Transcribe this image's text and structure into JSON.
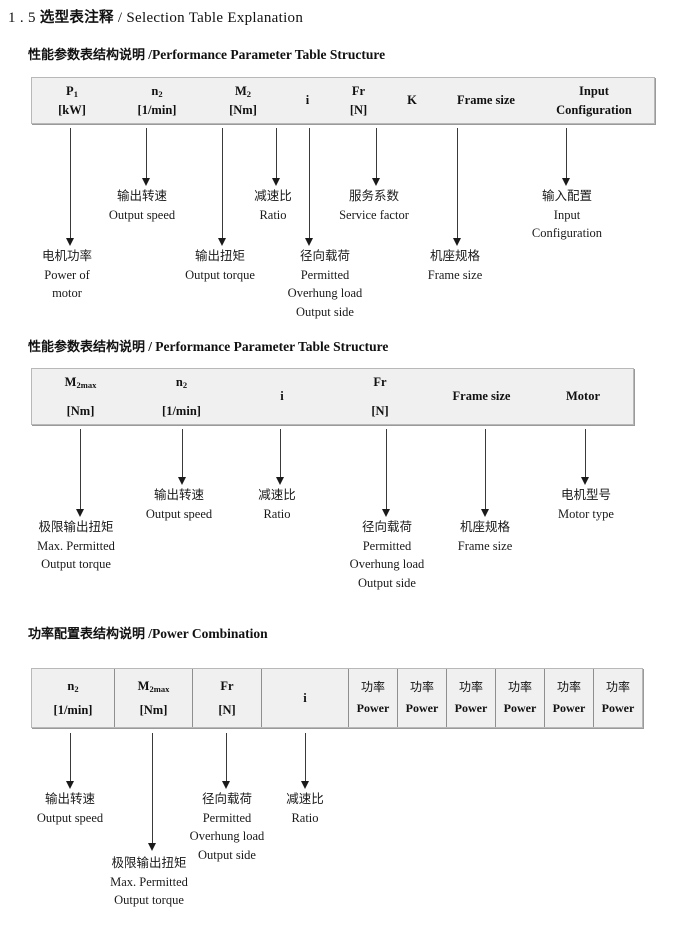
{
  "document": {
    "section_number": "1 . 5",
    "title_cn": "选型表注释",
    "separator": "/",
    "title_en": "Selection Table Explanation"
  },
  "sections": [
    {
      "id": "performance-parameter-table-structure-1",
      "heading_cn": "性能参数表结构说明",
      "heading_sep": "/",
      "heading_en": "Performance Parameter Table Structure",
      "table": {
        "columns": [
          {
            "sym": "P",
            "sub": "1",
            "unit": "[kW]"
          },
          {
            "sym": "n",
            "sub": "2",
            "unit": "[1/min]"
          },
          {
            "sym": "M",
            "sub": "2",
            "unit": "[Nm]"
          },
          {
            "single": "i"
          },
          {
            "sym": "Fr",
            "sub": "",
            "unit": "[N]"
          },
          {
            "single": "K"
          },
          {
            "single": "Frame size"
          },
          {
            "l1": "Input",
            "l2": "Configuration"
          }
        ]
      },
      "annotations": [
        {
          "cn": "电机功率",
          "en": [
            "Power of",
            "motor"
          ]
        },
        {
          "cn": "输出转速",
          "en": [
            "Output speed"
          ]
        },
        {
          "cn": "输出扭矩",
          "en": [
            "Output torque"
          ]
        },
        {
          "cn": "减速比",
          "en": [
            "Ratio"
          ]
        },
        {
          "cn": "径向载荷",
          "en": [
            "Permitted",
            "Overhung load",
            "Output side"
          ]
        },
        {
          "cn": "服务系数",
          "en": [
            "Service factor"
          ]
        },
        {
          "cn": "机座规格",
          "en": [
            "Frame size"
          ]
        },
        {
          "cn": "输入配置",
          "en": [
            "Input",
            "Configuration"
          ]
        }
      ]
    },
    {
      "id": "performance-parameter-table-structure-2",
      "heading_cn": "性能参数表结构说明",
      "heading_sep": "/",
      "heading_en": "Performance Parameter Table Structure",
      "table": {
        "columns": [
          {
            "sym": "M",
            "sub": "2max",
            "unit": "[Nm]"
          },
          {
            "sym": "n",
            "sub": "2",
            "unit": "[1/min]"
          },
          {
            "single": "i"
          },
          {
            "sym": "Fr",
            "sub": "",
            "unit": "[N]"
          },
          {
            "single": "Frame size"
          },
          {
            "single": "Motor"
          }
        ]
      },
      "annotations": [
        {
          "cn": "极限输出扭矩",
          "en": [
            "Max. Permitted",
            "Output  torque"
          ]
        },
        {
          "cn": "输出转速",
          "en": [
            "Output speed"
          ]
        },
        {
          "cn": "减速比",
          "en": [
            "Ratio"
          ]
        },
        {
          "cn": "径向载荷",
          "en": [
            "Permitted",
            "Overhung load",
            "Output side"
          ]
        },
        {
          "cn": "机座规格",
          "en": [
            "Frame size"
          ]
        },
        {
          "cn": "电机型号",
          "en": [
            "Motor type"
          ]
        }
      ]
    },
    {
      "id": "power-combination",
      "heading_cn": "功率配置表结构说明",
      "heading_sep": "/",
      "heading_en": "Power Combination",
      "table": {
        "columns": [
          {
            "sym": "n",
            "sub": "2",
            "unit": "[1/min]"
          },
          {
            "sym": "M",
            "sub": "2max",
            "unit": "[Nm]"
          },
          {
            "sym": "Fr",
            "sub": "",
            "unit": "[N]"
          },
          {
            "single": "i"
          },
          {
            "cn": "功率",
            "en": "Power"
          },
          {
            "cn": "功率",
            "en": "Power"
          },
          {
            "cn": "功率",
            "en": "Power"
          },
          {
            "cn": "功率",
            "en": "Power"
          },
          {
            "cn": "功率",
            "en": "Power"
          },
          {
            "cn": "功率",
            "en": "Power"
          }
        ]
      },
      "annotations": [
        {
          "cn": "输出转速",
          "en": [
            "Output speed"
          ]
        },
        {
          "cn": "极限输出扭矩",
          "en": [
            "Max. Permitted",
            "Output  torque"
          ]
        },
        {
          "cn": "径向载荷",
          "en": [
            "Permitted",
            "Overhung load",
            "Output side"
          ]
        },
        {
          "cn": "减速比",
          "en": [
            "Ratio"
          ]
        }
      ]
    }
  ]
}
